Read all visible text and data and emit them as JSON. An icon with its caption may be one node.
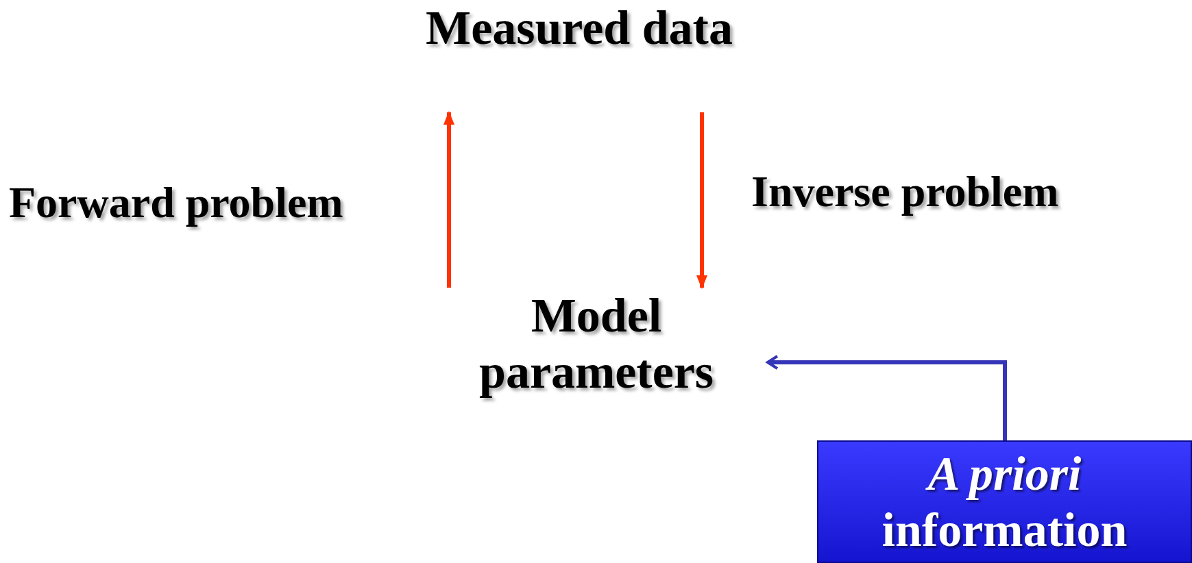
{
  "diagram": {
    "nodes": [
      {
        "text": [
          "Measured data"
        ]
      },
      {
        "text": [
          "Model parameters"
        ]
      },
      {
        "text": [
          "*A priori* information"
        ]
      }
    ],
    "edges": [
      {
        "from": 1,
        "to": 0,
        "arrow": "to",
        "label": "Forward problem",
        "color": "#ff3300"
      },
      {
        "from": 0,
        "to": 1,
        "arrow": "to",
        "label": "Inverse problem",
        "color": "#ff3300"
      },
      {
        "from": 2,
        "to": 1,
        "arrow": "to",
        "color": "#3535b8"
      }
    ]
  }
}
